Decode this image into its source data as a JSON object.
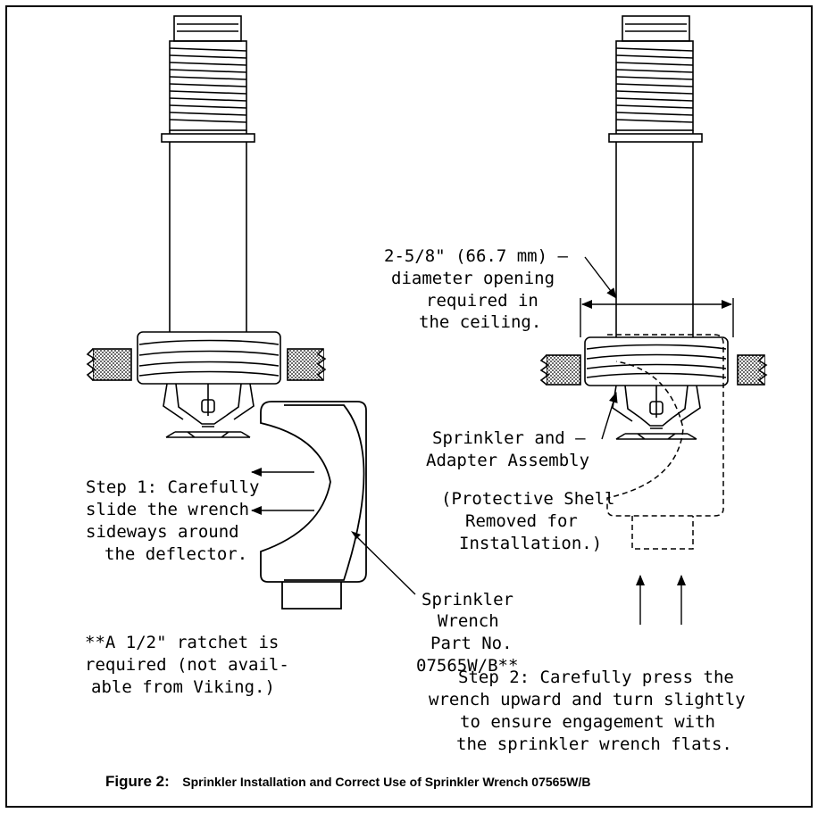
{
  "dimension_label": {
    "line1": "2-5/8\" (66.7 mm) —",
    "line2": "diameter opening",
    "line3": "required in",
    "line4": "the ceiling."
  },
  "assembly_label": {
    "line1": "Sprinkler and —",
    "line2": "Adapter Assembly"
  },
  "shell_note": {
    "line1": "(Protective Shell",
    "line2": "Removed for",
    "line3": "Installation.)"
  },
  "step1": {
    "line1": "Step 1: Carefully",
    "line2": "slide the wrench",
    "line3": "sideways around",
    "line4": "the deflector."
  },
  "wrench_label": {
    "line1": "Sprinkler",
    "line2": "Wrench",
    "line3": "Part No.",
    "line4": "07565W/B**"
  },
  "ratchet_note": {
    "line1": "**A 1/2\" ratchet is",
    "line2": "required (not avail-",
    "line3": "able from Viking.)"
  },
  "step2": {
    "line1": "Step 2: Carefully press the",
    "line2": "wrench upward and turn slightly",
    "line3": "to ensure engagement with",
    "line4": "the sprinkler wrench flats."
  },
  "caption": {
    "prefix": "Figure 2:",
    "title": "Sprinkler Installation and Correct Use of Sprinkler Wrench 07565W/B"
  }
}
